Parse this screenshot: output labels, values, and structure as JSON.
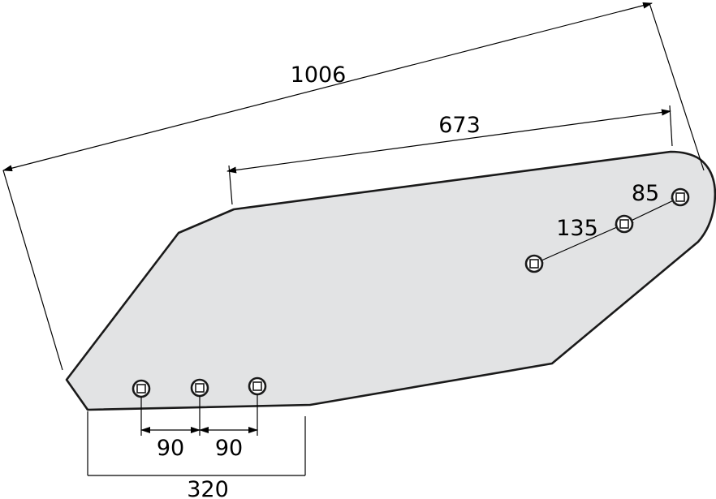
{
  "colors": {
    "part_fill": "#e2e3e4",
    "outline": "#1a1a1a",
    "dimension_lines": "#000000",
    "background": "#ffffff"
  },
  "dimensions": {
    "overall_length": "1006",
    "upper_edge_length": "673",
    "bolt_spacing_outer": "85",
    "bolt_spacing_inner": "135",
    "lower_hole_pitch_left": "90",
    "lower_hole_pitch_right": "90",
    "lower_hole_span": "320"
  },
  "holes": {
    "lower_row_count": 3,
    "upper_row_count": 3,
    "shape": "square-neck"
  }
}
